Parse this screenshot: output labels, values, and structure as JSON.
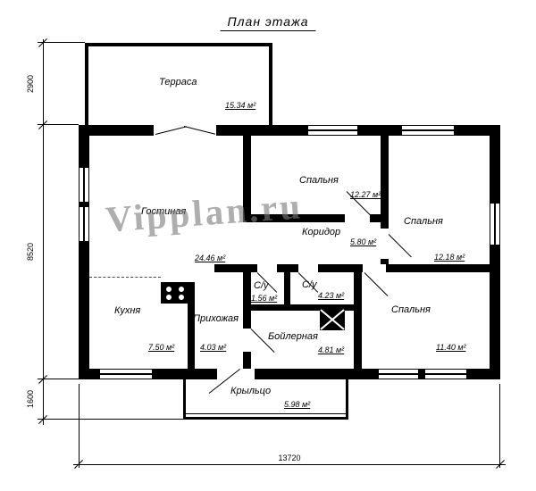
{
  "title": "План этажа",
  "watermark": "Vipplan.ru",
  "rooms": {
    "terrace": {
      "name": "Терраса",
      "area": "15.34 м²"
    },
    "living": {
      "name": "Гостиная",
      "area": "24.46 м²"
    },
    "bedroom1": {
      "name": "Спальня",
      "area": "12.27 м²"
    },
    "corridor": {
      "name": "Коридор",
      "area": "5.80 м²"
    },
    "bedroom2": {
      "name": "Спальня",
      "area": "12.18 м²"
    },
    "wc1": {
      "name": "С/у",
      "area": "1.56 м²"
    },
    "wc2": {
      "name": "С/у",
      "area": "4.23 м²"
    },
    "kitchen": {
      "name": "Кухня",
      "area": "7.50 м²"
    },
    "hall": {
      "name": "Прихожая",
      "area": "4.03 м²"
    },
    "boiler": {
      "name": "Бойлерная",
      "area": "4.81 м²"
    },
    "bedroom3": {
      "name": "Спальня",
      "area": "11.40 м²"
    },
    "porch": {
      "name": "Крыльцо",
      "area": "5.98 м²"
    }
  },
  "dimensions": {
    "terrace_height": "2900",
    "house_height": "8520",
    "porch_height": "1600",
    "total_width": "13720"
  },
  "colors": {
    "wall": "#000000",
    "watermark": "#7d7d7d",
    "background": "#ffffff"
  }
}
